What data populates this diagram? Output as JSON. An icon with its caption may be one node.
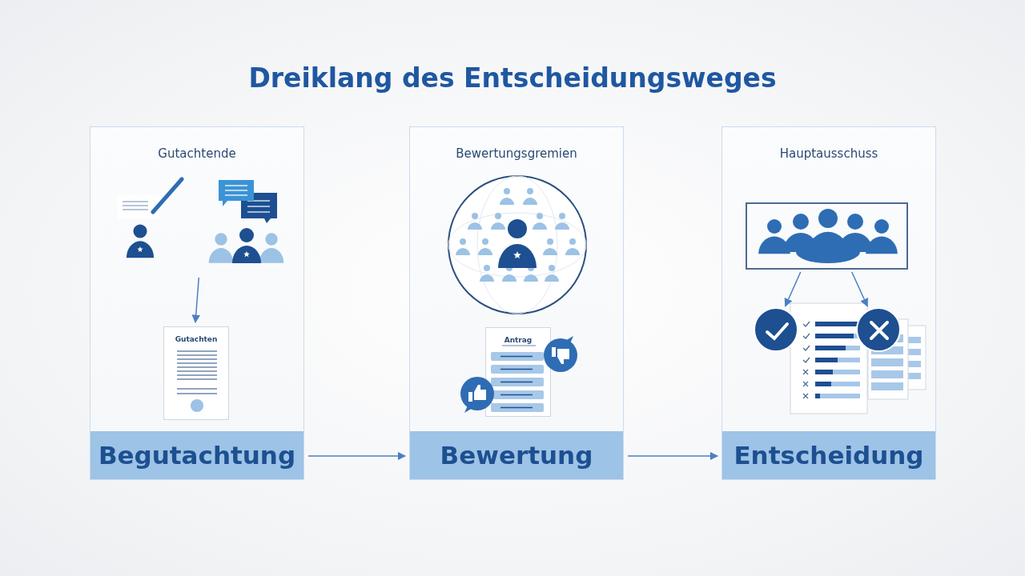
{
  "diagram": {
    "title": "Dreiklang des Entscheidungsweges",
    "nodes": [
      {
        "text": [
          "Gutachtende",
          "Begutachtung"
        ]
      },
      {
        "text": [],
        "shape": "picture",
        "in": 0
      },
      {
        "text": [
          "Gutachten"
        ],
        "in": 0
      },
      {
        "text": [
          "Bewertungsgremien",
          "Bewertung"
        ]
      },
      {
        "text": [
          "Antrag"
        ],
        "in": 3
      },
      {
        "text": [
          "Hauptausschuss",
          "Entscheidung"
        ]
      },
      {
        "text": [],
        "shape": "box",
        "in": 5
      },
      {
        "text": [],
        "shape": "circle",
        "in": 5
      },
      {
        "text": [],
        "shape": "circle",
        "in": 5
      }
    ],
    "edges": [
      {
        "from": 0,
        "to": 3,
        "arrow": "to"
      },
      {
        "from": 3,
        "to": 5,
        "arrow": "to"
      },
      {
        "from": 1,
        "to": 2,
        "arrow": "to"
      },
      {
        "from": 6,
        "to": 7,
        "arrow": "to"
      },
      {
        "from": 6,
        "to": 8,
        "arrow": "to"
      }
    ]
  }
}
